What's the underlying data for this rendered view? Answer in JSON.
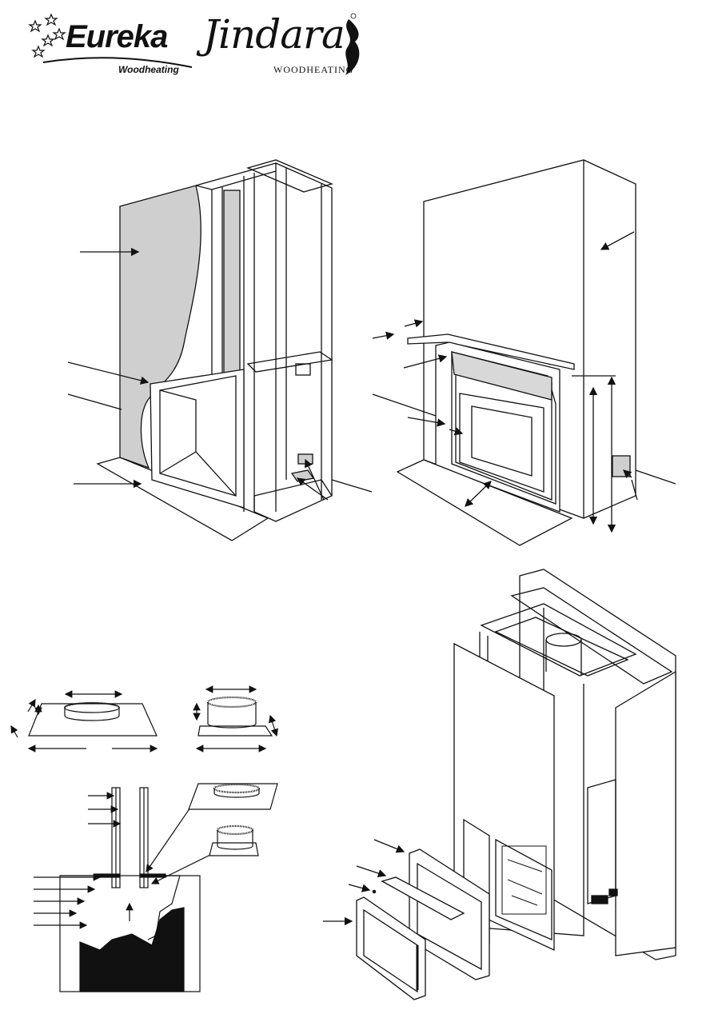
{
  "brand": {
    "eureka_name": "Eureka",
    "eureka_sub": "Woodheating",
    "jindara_name": "Jindara",
    "jindara_sub": "WOODHEATING",
    "registered": "®"
  },
  "colors": {
    "line": "#111111",
    "panel_grey": "#cfcfcf",
    "dark_fill": "#111111"
  },
  "figures": [
    {
      "id": "framed-cavity-with-wall-sheet"
    },
    {
      "id": "finished-wall-with-mantel"
    },
    {
      "id": "flue-collar-sizes"
    },
    {
      "id": "flue-section-through-ceiling"
    },
    {
      "id": "exploded-insert-assembly"
    }
  ]
}
